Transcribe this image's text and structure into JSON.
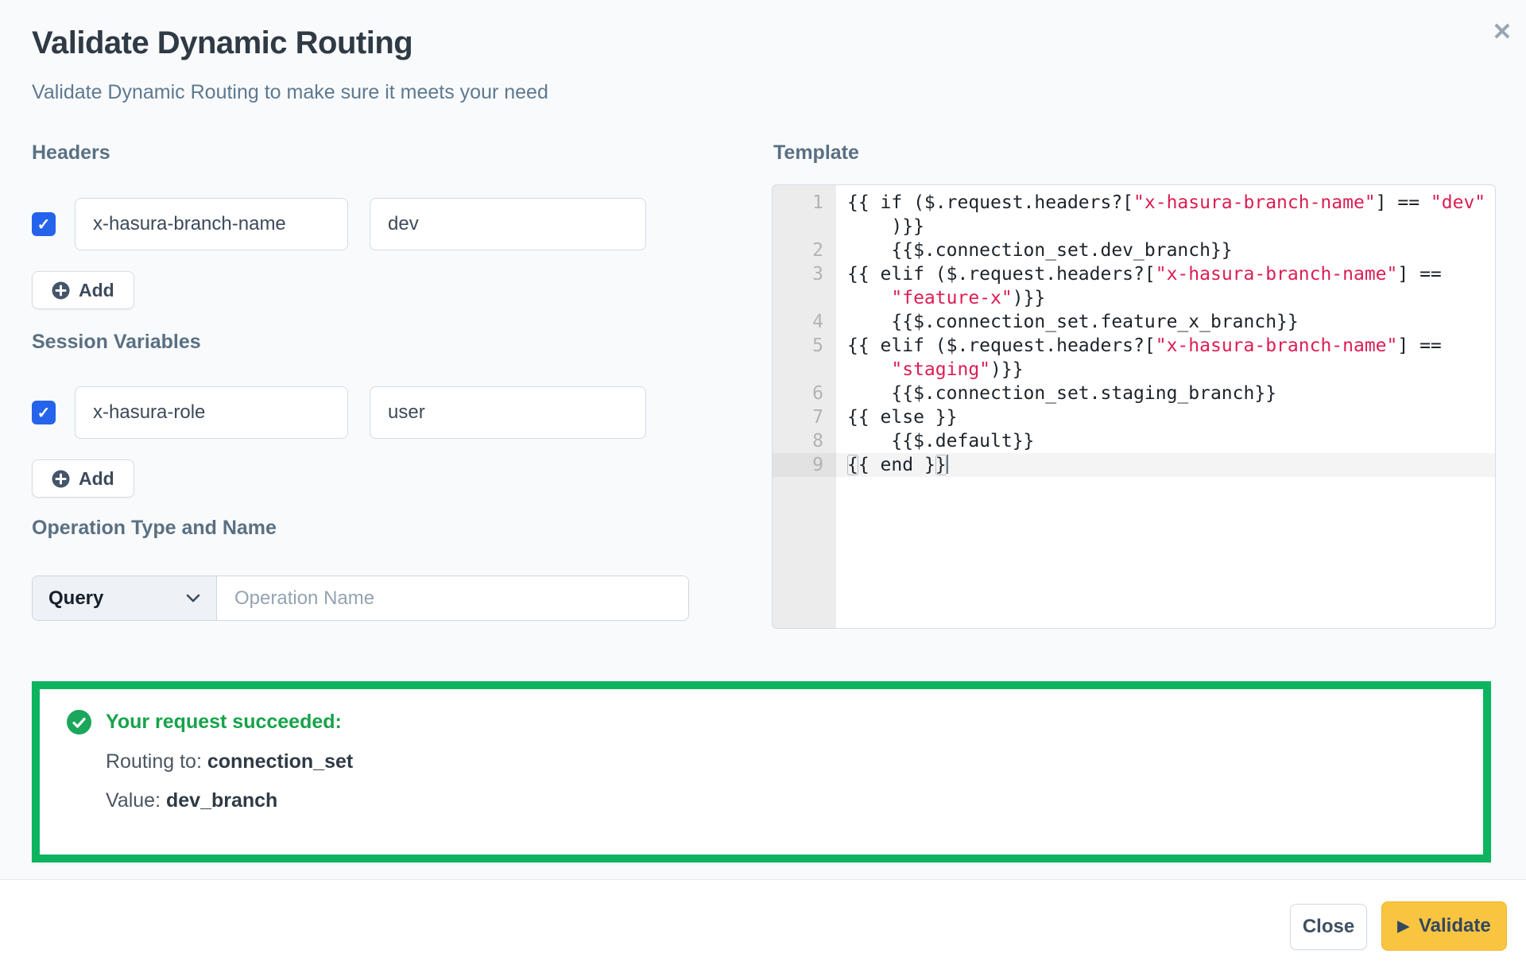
{
  "modal": {
    "title": "Validate Dynamic Routing",
    "subtitle": "Validate Dynamic Routing to make sure it meets your need",
    "close_icon": "✕"
  },
  "glyphs": {
    "check": "✓",
    "play": "▶"
  },
  "colors": {
    "accent_blue": "#2563eb",
    "success_green_border": "#0db45f",
    "success_green_text": "#16a34a",
    "code_string_red": "#dc1d52",
    "validate_amber": "#f9c440"
  },
  "headers_section": {
    "label": "Headers",
    "add_label": "Add",
    "rows": [
      {
        "checked": true,
        "key": "x-hasura-branch-name",
        "value": "dev"
      }
    ]
  },
  "session_section": {
    "label": "Session Variables",
    "add_label": "Add",
    "rows": [
      {
        "checked": true,
        "key": "x-hasura-role",
        "value": "user"
      }
    ]
  },
  "operation_section": {
    "label": "Operation Type and Name",
    "type_value": "Query",
    "name_placeholder": "Operation Name",
    "name_value": ""
  },
  "template_section": {
    "label": "Template",
    "lines": [
      {
        "num": 1,
        "active": false,
        "segments": [
          {
            "k": "p",
            "t": "{{ if ($.request.headers?["
          },
          {
            "k": "s",
            "t": "\"x-hasura-branch-name\""
          },
          {
            "k": "p",
            "t": "] == "
          },
          {
            "k": "s",
            "t": "\"dev\""
          },
          {
            "k": "p",
            "t": "\n    )}}"
          }
        ]
      },
      {
        "num": 2,
        "active": false,
        "segments": [
          {
            "k": "p",
            "t": "    {{$.connection_set.dev_branch}}"
          }
        ]
      },
      {
        "num": 3,
        "active": false,
        "segments": [
          {
            "k": "p",
            "t": "{{ elif ($.request.headers?["
          },
          {
            "k": "s",
            "t": "\"x-hasura-branch-name\""
          },
          {
            "k": "p",
            "t": "] ==\n    "
          },
          {
            "k": "s",
            "t": "\"feature-x\""
          },
          {
            "k": "p",
            "t": ")}}"
          }
        ]
      },
      {
        "num": 4,
        "active": false,
        "segments": [
          {
            "k": "p",
            "t": "    {{$.connection_set.feature_x_branch}}"
          }
        ]
      },
      {
        "num": 5,
        "active": false,
        "segments": [
          {
            "k": "p",
            "t": "{{ elif ($.request.headers?["
          },
          {
            "k": "s",
            "t": "\"x-hasura-branch-name\""
          },
          {
            "k": "p",
            "t": "] ==\n    "
          },
          {
            "k": "s",
            "t": "\"staging\""
          },
          {
            "k": "p",
            "t": ")}}"
          }
        ]
      },
      {
        "num": 6,
        "active": false,
        "segments": [
          {
            "k": "p",
            "t": "    {{$.connection_set.staging_branch}}"
          }
        ]
      },
      {
        "num": 7,
        "active": false,
        "segments": [
          {
            "k": "p",
            "t": "{{ else }}"
          }
        ]
      },
      {
        "num": 8,
        "active": false,
        "segments": [
          {
            "k": "p",
            "t": "    {{$.default}}"
          }
        ]
      },
      {
        "num": 9,
        "active": true,
        "segments": [
          {
            "k": "bm",
            "t": "{"
          },
          {
            "k": "p",
            "t": "{ end }"
          },
          {
            "k": "bm",
            "t": "}"
          },
          {
            "k": "cur",
            "t": ""
          }
        ]
      }
    ]
  },
  "result": {
    "title": "Your request succeeded:",
    "routing_label": "Routing to: ",
    "routing_value": "connection_set",
    "value_label": "Value: ",
    "value_value": "dev_branch"
  },
  "footer": {
    "close_label": "Close",
    "validate_label": "Validate"
  }
}
